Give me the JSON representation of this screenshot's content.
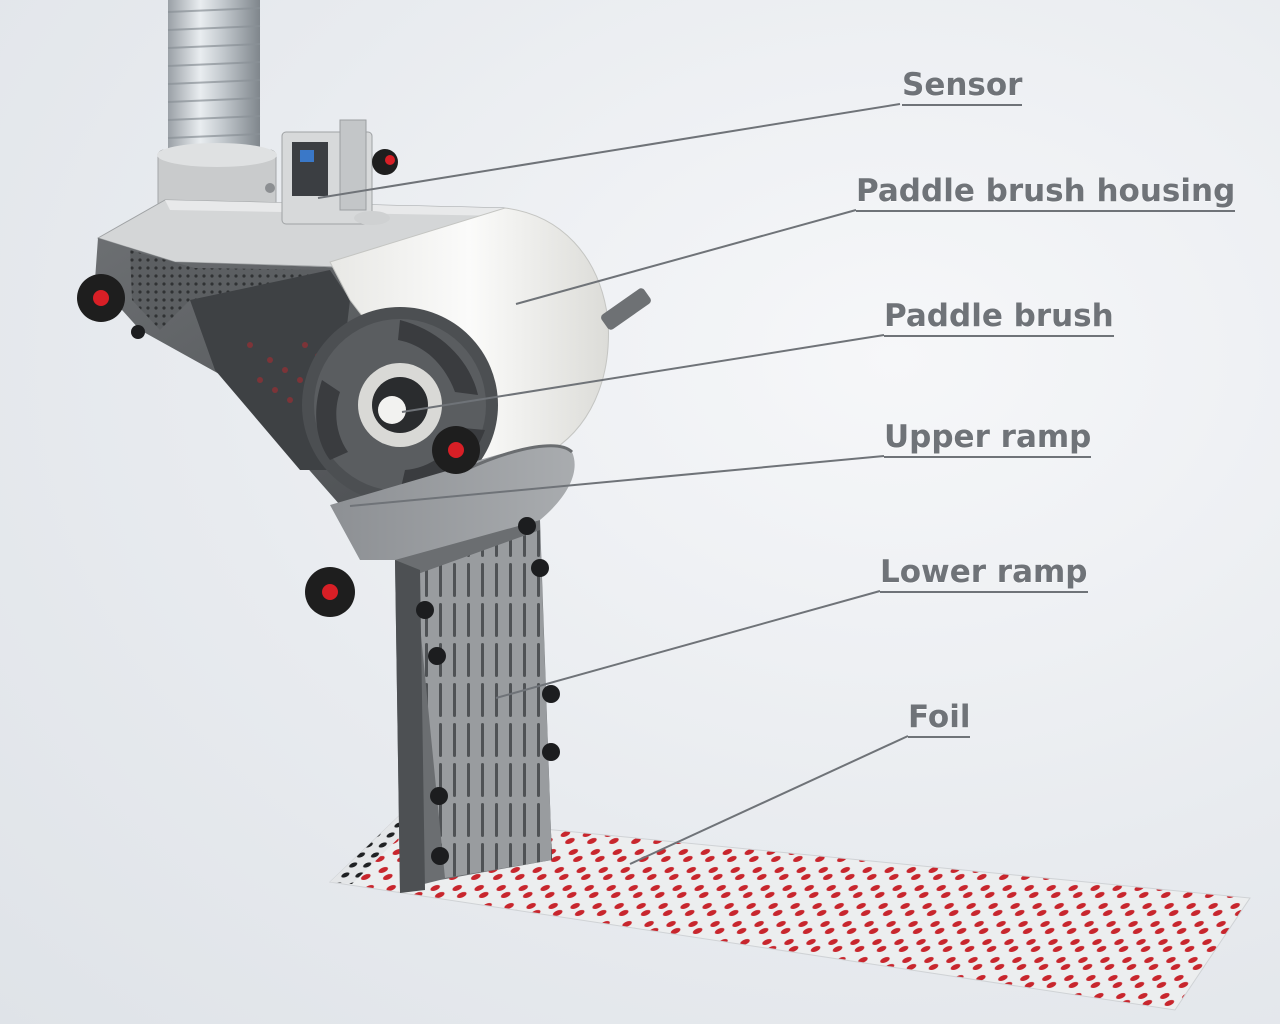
{
  "labels": {
    "sensor": "Sensor",
    "paddle_brush_housing": "Paddle brush housing",
    "paddle_brush": "Paddle brush",
    "upper_ramp": "Upper ramp",
    "lower_ramp": "Lower ramp",
    "foil": "Foil"
  },
  "colors": {
    "frame_grey": "#5f6265",
    "housing_white": "#f4f4f2",
    "knob_black": "#1e1e1e",
    "knob_red": "#d81f26",
    "blister_red": "#c8262d",
    "label_grey": "#6f7378"
  }
}
